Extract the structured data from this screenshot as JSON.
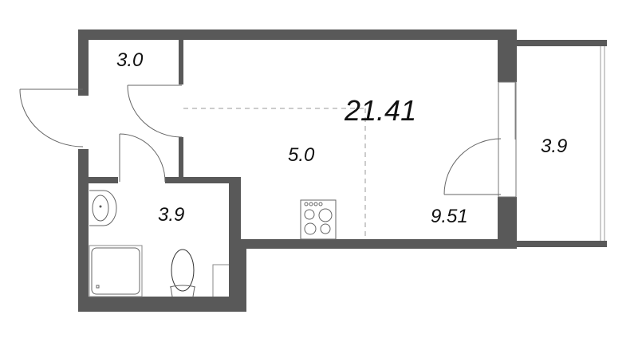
{
  "floorplan": {
    "total_area": "21.41",
    "rooms": [
      {
        "id": "hallway-storage",
        "area": "3.0"
      },
      {
        "id": "kitchen-zone",
        "area": "5.0"
      },
      {
        "id": "bathroom",
        "area": "3.9"
      },
      {
        "id": "living-area",
        "area": "9.51"
      },
      {
        "id": "balcony",
        "area": "3.9"
      }
    ]
  },
  "colors": {
    "wall": "#595959",
    "line": "#555555",
    "dash": "#999999",
    "text": "#111111",
    "background": "#ffffff"
  }
}
